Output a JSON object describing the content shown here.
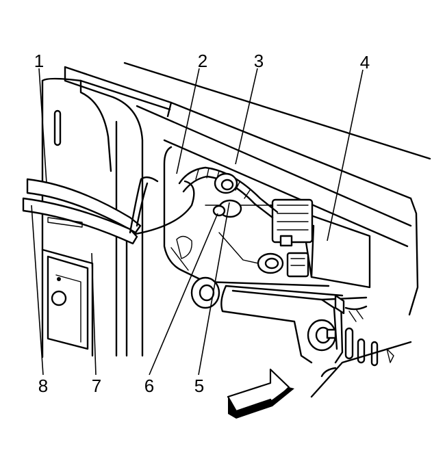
{
  "callouts": [
    {
      "id": "1",
      "label": "1"
    },
    {
      "id": "2",
      "label": "2"
    },
    {
      "id": "3",
      "label": "3"
    },
    {
      "id": "4",
      "label": "4"
    },
    {
      "id": "5",
      "label": "5"
    },
    {
      "id": "6",
      "label": "6"
    },
    {
      "id": "7",
      "label": "7"
    },
    {
      "id": "8",
      "label": "8"
    }
  ],
  "icons": {
    "arrow": "view-direction-arrow-icon"
  }
}
